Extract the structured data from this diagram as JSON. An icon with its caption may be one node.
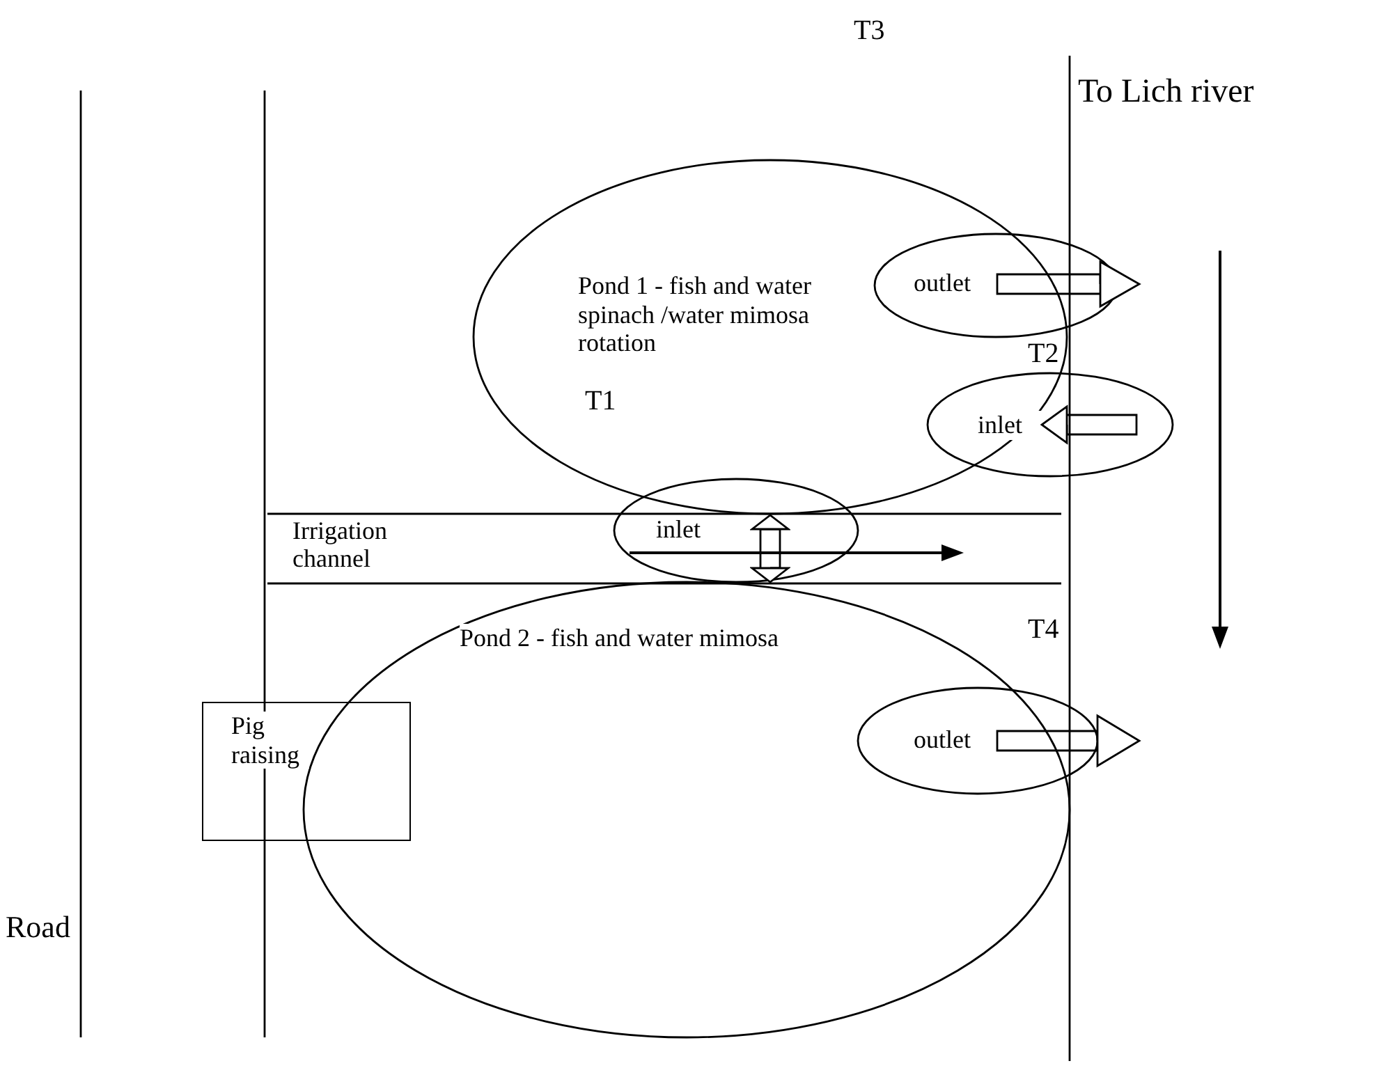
{
  "diagram": {
    "nodes": [
      {
        "text": [
          "Pond 1 - fish and water spinach /water mimosa rotation",
          "T1"
        ]
      },
      {
        "text": [
          "outlet"
        ]
      },
      {
        "text": [
          "inlet"
        ]
      },
      {
        "text": [
          "inlet"
        ]
      },
      {
        "text": [
          "Pond 2 - fish and water mimosa"
        ]
      },
      {
        "text": [
          "outlet"
        ]
      },
      {
        "text": [
          "Pig raising"
        ]
      }
    ],
    "labels": [
      "T3",
      "To Lich river",
      "T2",
      "Irrigation channel",
      "T4",
      "Road"
    ]
  }
}
